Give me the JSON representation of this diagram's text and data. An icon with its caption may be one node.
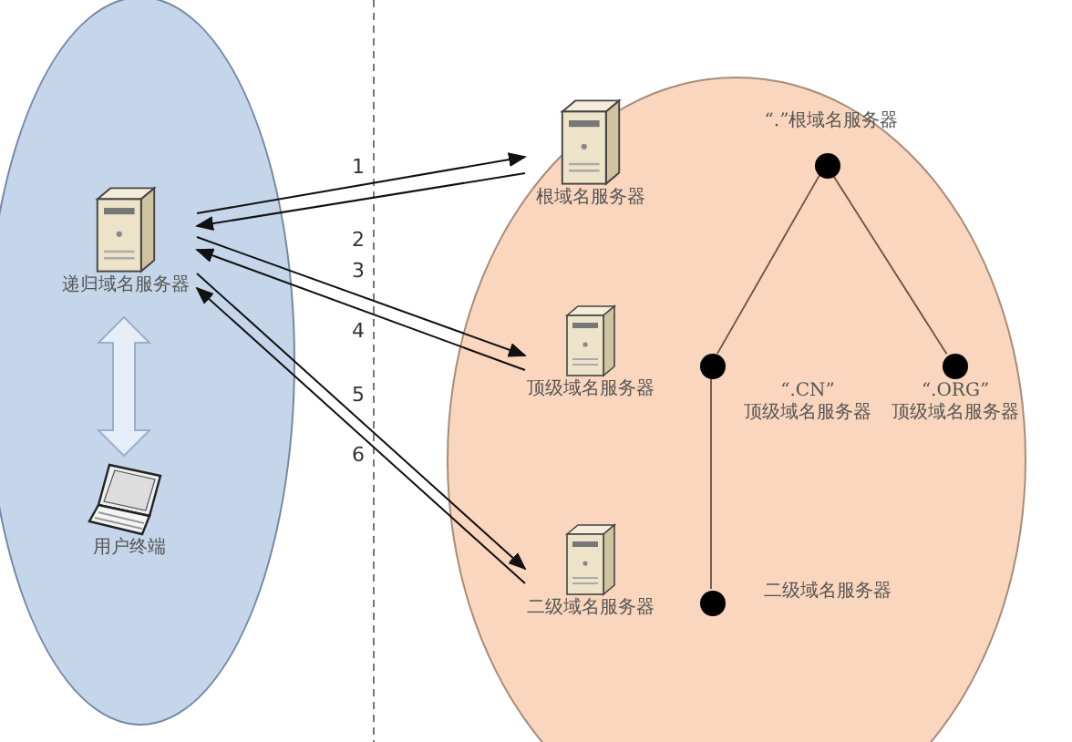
{
  "diagram": {
    "nodes": [
      {
        "text": [],
        "shape": "ellipse"
      },
      {
        "text": [
          "递归域名服务器"
        ],
        "in": 0
      },
      {
        "text": [
          "用户终端"
        ],
        "in": 0
      },
      {
        "text": [],
        "shape": "ellipse"
      },
      {
        "text": [
          "根域名服务器"
        ],
        "in": 3
      },
      {
        "text": [
          "顶级域名服务器"
        ],
        "in": 3
      },
      {
        "text": [
          "二级域名服务器"
        ],
        "in": 3
      },
      {
        "text": [],
        "shape": "circle",
        "in": 3,
        "beside": [
          "“.”根域名服务器"
        ]
      },
      {
        "text": [],
        "shape": "circle",
        "in": 3,
        "beside": [
          "“.CN” 顶级域名服务器"
        ]
      },
      {
        "text": [],
        "shape": "circle",
        "in": 3,
        "beside": [
          "“.ORG” 顶级域名服务器"
        ]
      },
      {
        "text": [],
        "shape": "circle",
        "in": 3,
        "beside": [
          "二级域名服务器"
        ]
      }
    ],
    "edges": [
      {
        "from": 1,
        "to": 4,
        "arrow": "to",
        "label": "1"
      },
      {
        "from": 4,
        "to": 1,
        "arrow": "to",
        "label": "2"
      },
      {
        "from": 1,
        "to": 5,
        "arrow": "to",
        "label": "3"
      },
      {
        "from": 5,
        "to": 1,
        "arrow": "to",
        "label": "4"
      },
      {
        "from": 1,
        "to": 6,
        "arrow": "to",
        "label": "5"
      },
      {
        "from": 6,
        "to": 1,
        "arrow": "to",
        "label": "6"
      },
      {
        "from": 1,
        "to": 2,
        "arrow": "both",
        "style": "thick"
      },
      {
        "from": 7,
        "to": 8,
        "arrow": "none"
      },
      {
        "from": 7,
        "to": 9,
        "arrow": "none"
      },
      {
        "from": 8,
        "to": 10,
        "arrow": "none"
      }
    ]
  }
}
